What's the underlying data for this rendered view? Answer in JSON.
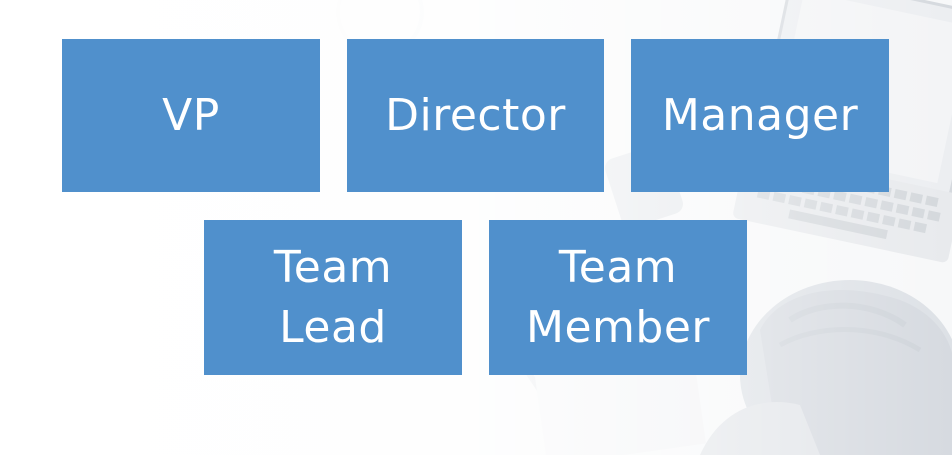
{
  "roles": [
    {
      "id": "vp",
      "label": "VP"
    },
    {
      "id": "director",
      "label": "Director"
    },
    {
      "id": "manager",
      "label": "Manager"
    },
    {
      "id": "team-lead",
      "label": "Team\nLead"
    },
    {
      "id": "team-member",
      "label": "Team\nMember"
    }
  ],
  "colors": {
    "box_fill": "#5090cc",
    "box_text": "#ffffff",
    "background": "#ffffff",
    "photo_tint": "#e3e6ea"
  },
  "background_image": "faded-laptop-and-person-photo"
}
